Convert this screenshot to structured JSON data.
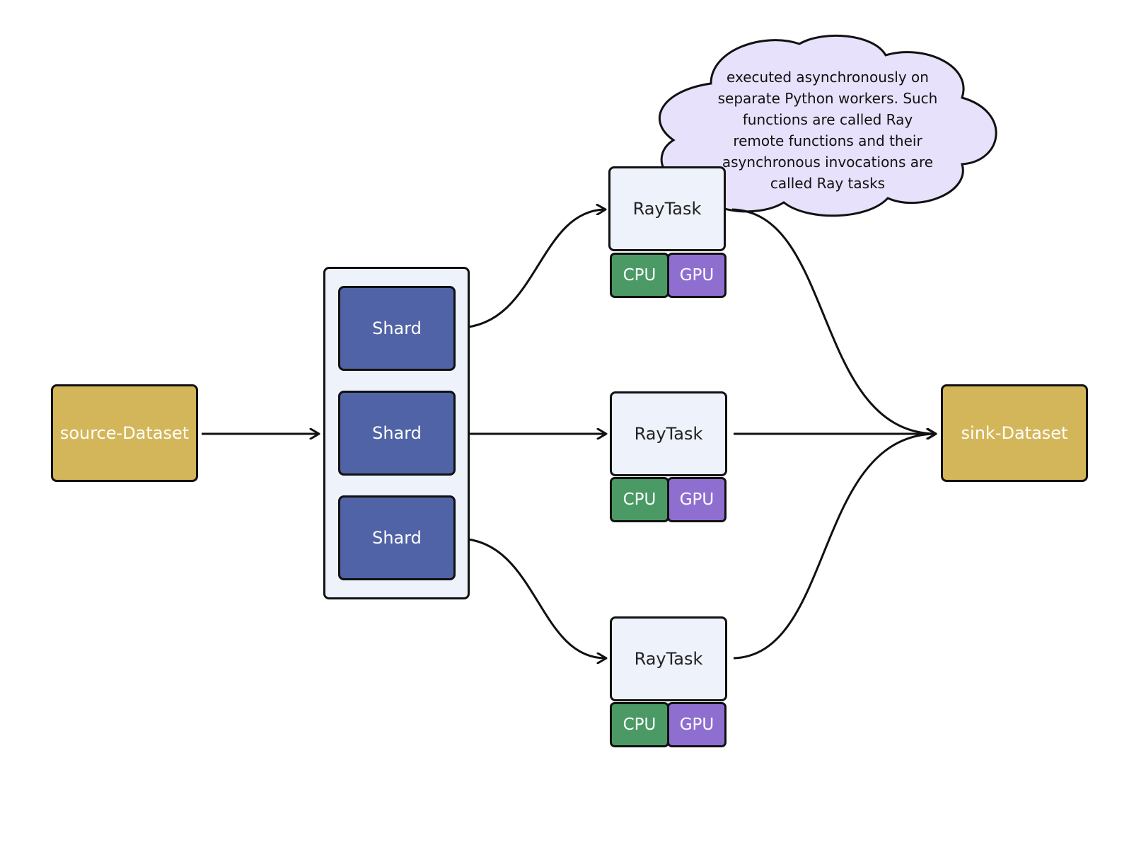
{
  "colors": {
    "dataset_fill": "#d4b65a",
    "shard_fill": "#5063a6",
    "group_fill": "#eef2fb",
    "raytask_fill": "#eef2fb",
    "cpu_fill": "#4b9a66",
    "gpu_fill": "#8e6fd0",
    "cloud_fill": "#e7e1fb",
    "stroke": "#111111"
  },
  "source": {
    "label": "source-Dataset"
  },
  "sink": {
    "label": "sink-Dataset"
  },
  "shards": [
    {
      "label": "Shard"
    },
    {
      "label": "Shard"
    },
    {
      "label": "Shard"
    }
  ],
  "tasks": [
    {
      "label": "RayTask",
      "cpu": "CPU",
      "gpu": "GPU"
    },
    {
      "label": "RayTask",
      "cpu": "CPU",
      "gpu": "GPU"
    },
    {
      "label": "RayTask",
      "cpu": "CPU",
      "gpu": "GPU"
    }
  ],
  "note": {
    "lines": [
      "executed asynchronously on",
      "separate Python workers. Such",
      "functions are called Ray",
      "remote functions and their",
      "asynchronous invocations are",
      "called Ray tasks"
    ]
  }
}
